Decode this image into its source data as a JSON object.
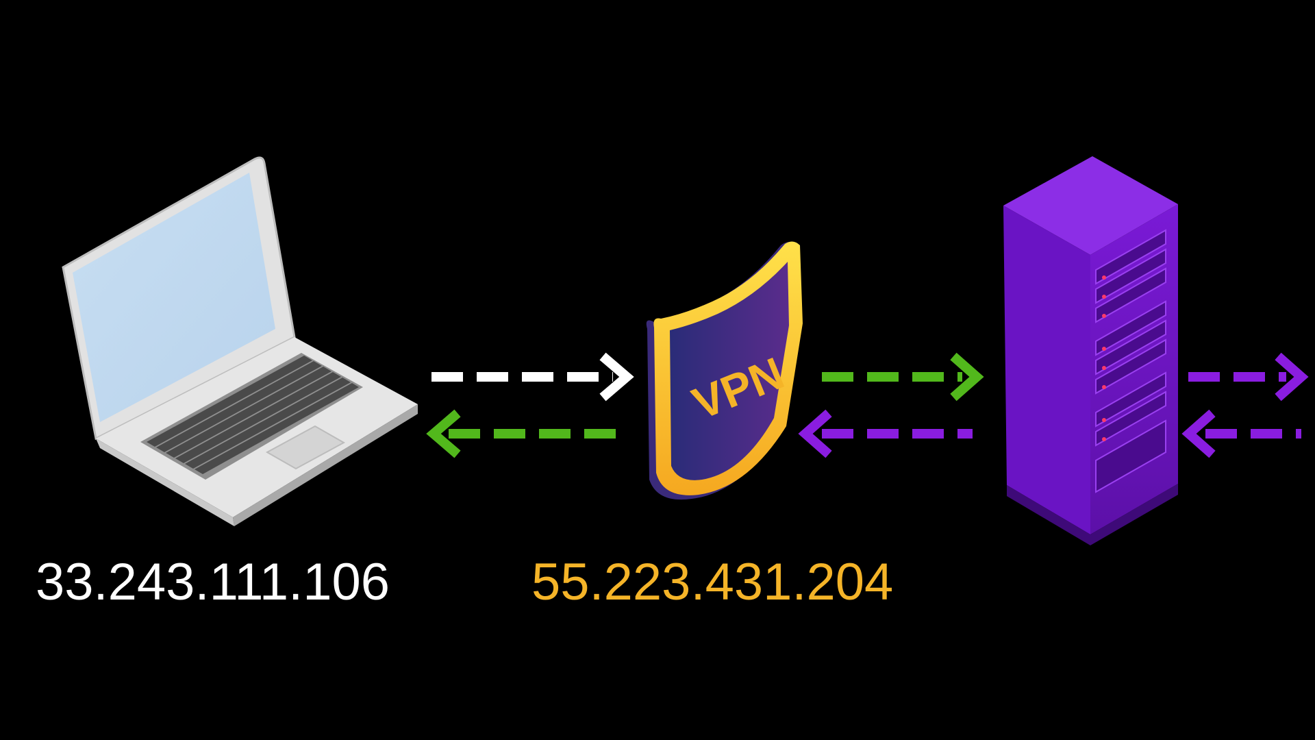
{
  "nodes": {
    "client": {
      "icon": "laptop-icon",
      "ip_address": "33.243.111.106",
      "label_color": "#ffffff"
    },
    "vpn": {
      "icon": "vpn-shield-icon",
      "shield_text": "VPN",
      "ip_address": "55.223.431.204",
      "label_color": "#f5b428"
    },
    "server": {
      "icon": "server-rack-icon"
    }
  },
  "connections": [
    {
      "from": "client",
      "to": "vpn",
      "color": "#ffffff",
      "style": "dashed"
    },
    {
      "from": "vpn",
      "to": "client",
      "color": "#52b81c",
      "style": "dashed"
    },
    {
      "from": "vpn",
      "to": "server",
      "color": "#52b81c",
      "style": "dashed"
    },
    {
      "from": "server",
      "to": "vpn",
      "color": "#8a1de0",
      "style": "dashed"
    },
    {
      "from": "server",
      "to": "internet",
      "color": "#8a1de0",
      "style": "dashed"
    },
    {
      "from": "internet",
      "to": "server",
      "color": "#8a1de0",
      "style": "dashed"
    }
  ],
  "colors": {
    "background": "#000000",
    "accent_green": "#52b81c",
    "accent_purple": "#8a1de0",
    "accent_gold": "#f5b428"
  }
}
